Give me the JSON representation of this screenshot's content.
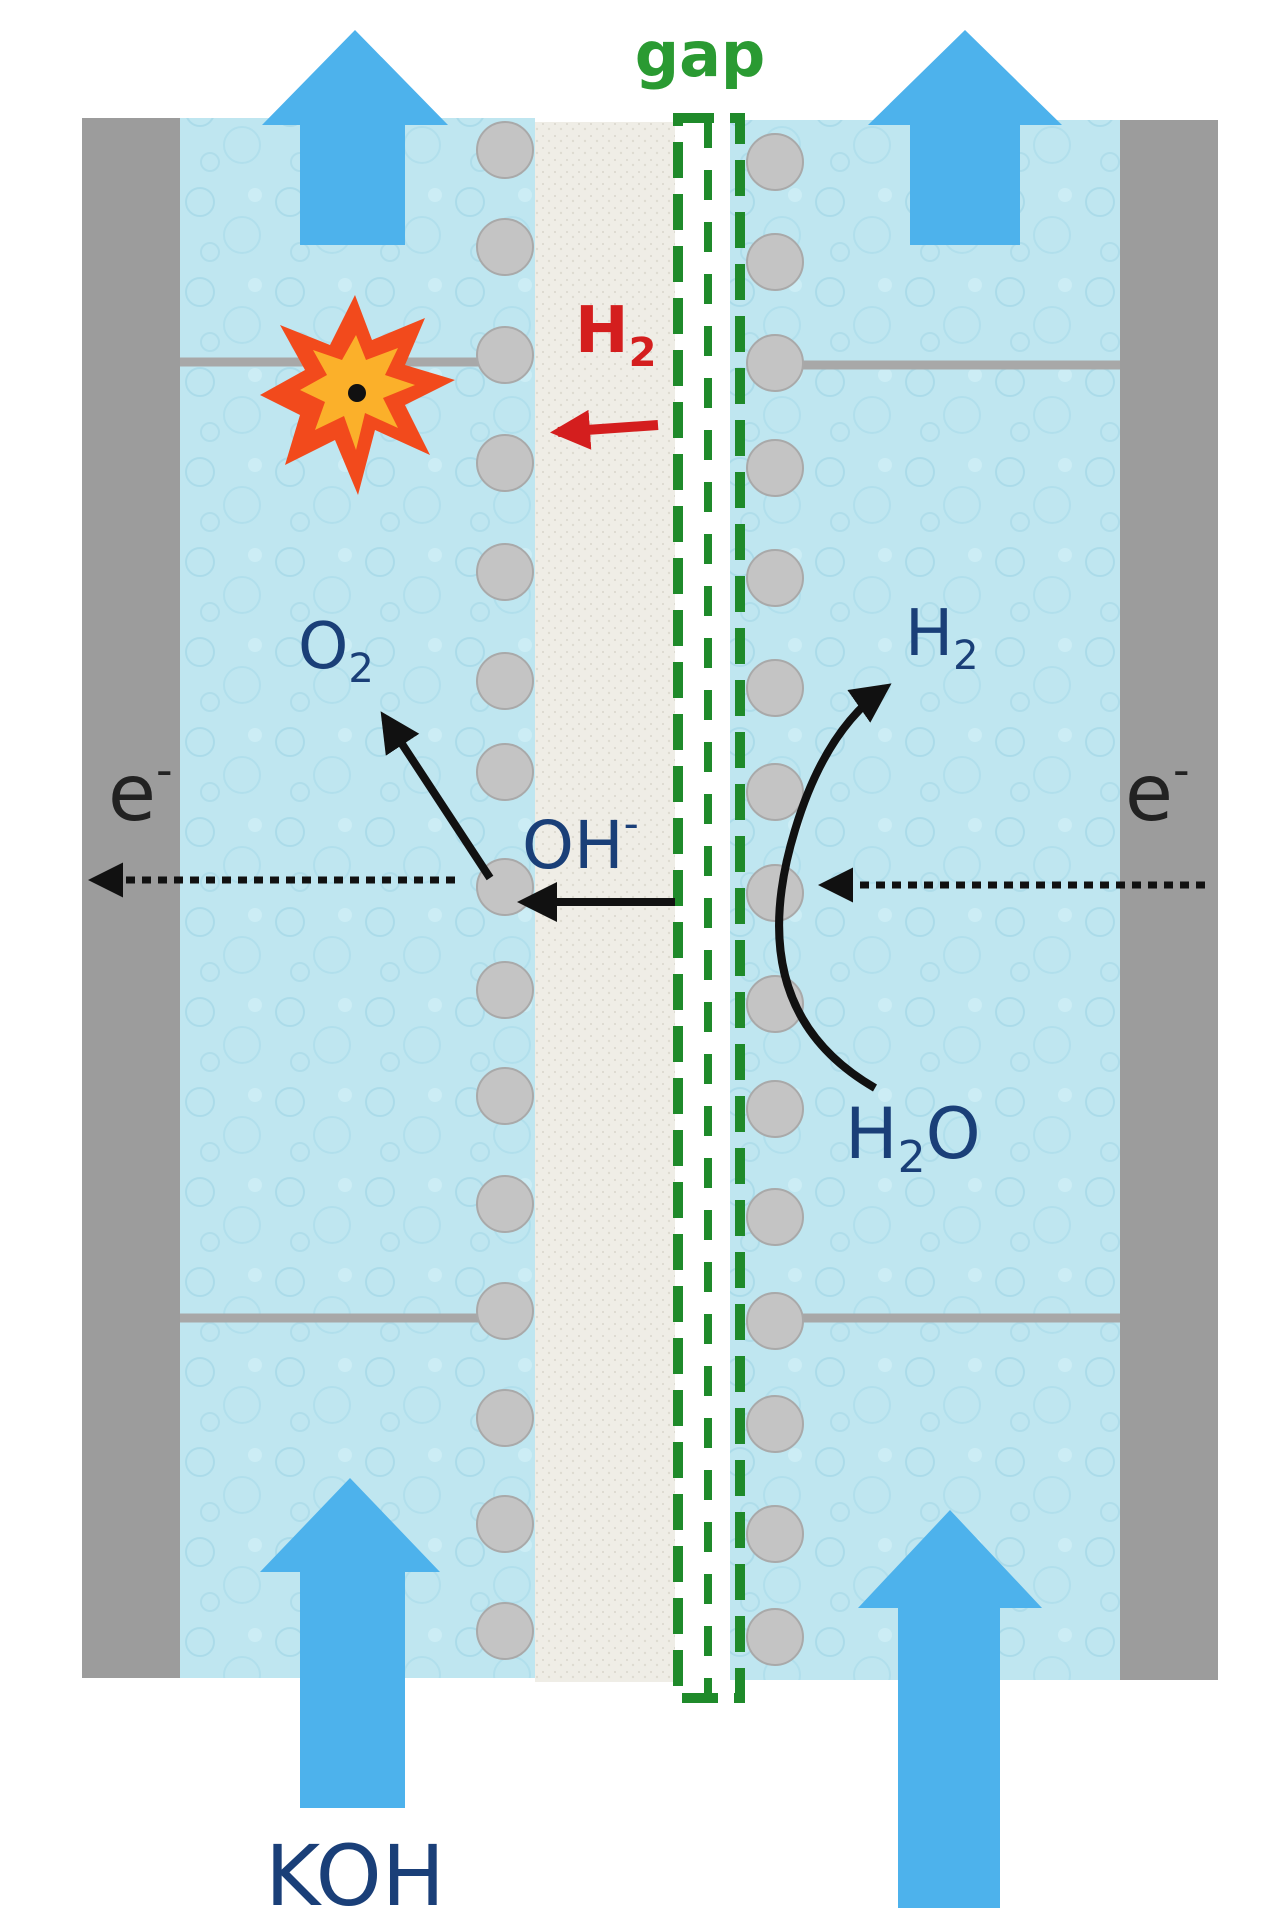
{
  "labels": {
    "gap": "gap",
    "h2_cross": "H",
    "h2_cross_sub": "2",
    "o2": "O",
    "o2_sub": "2",
    "e_left": "e",
    "e_left_sup": "-",
    "e_right": "e",
    "e_right_sup": "-",
    "oh": "OH",
    "oh_sup": "-",
    "h2_right": "H",
    "h2_right_sub": "2",
    "h2o_h": "H",
    "h2o_sub": "2",
    "h2o_o": "O",
    "koh": "KOH"
  },
  "colors": {
    "electrolyte": "#bfe6f0",
    "electrolyte_edge": "#8fcbe0",
    "electrode_plate": "#9c9c9c",
    "separator": "#efede6",
    "catalyst_bead": "#c4c4c4",
    "flow_arrow": "#4db2ec",
    "gap_dash": "#1f8a2a",
    "gap_label": "#2a9a32",
    "h2_cross_label": "#d41e1e",
    "species_label": "#1a3f78",
    "black": "#111111"
  },
  "icons": {
    "explosion": "explosion-icon"
  }
}
